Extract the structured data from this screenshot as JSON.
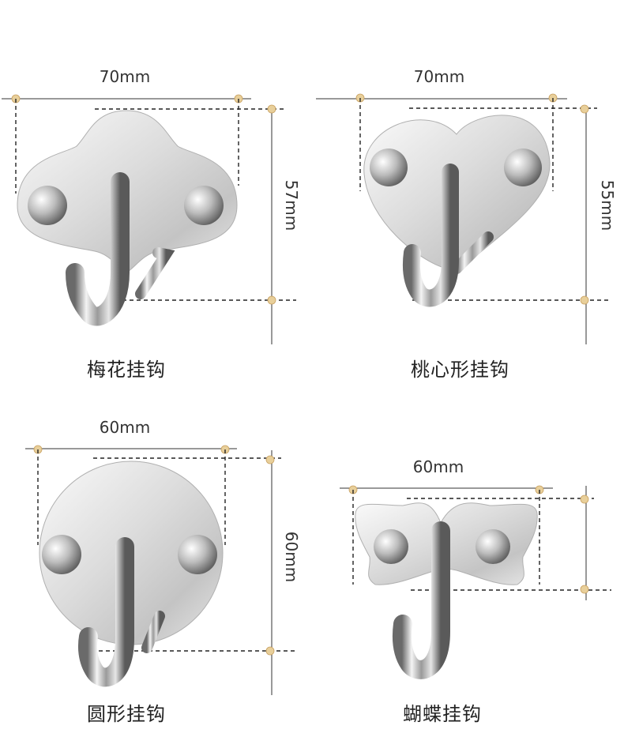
{
  "hooks": [
    {
      "id": "plum",
      "caption": "梅花挂钩",
      "width": "70mm",
      "height": "57mm"
    },
    {
      "id": "heart",
      "caption": "桃心形挂钩",
      "width": "70mm",
      "height": "55mm"
    },
    {
      "id": "round",
      "caption": "圆形挂钩",
      "width": "60mm",
      "height": "60mm"
    },
    {
      "id": "butterfly",
      "caption": "蝴蝶挂钩",
      "width": "60mm",
      "height": ""
    }
  ]
}
